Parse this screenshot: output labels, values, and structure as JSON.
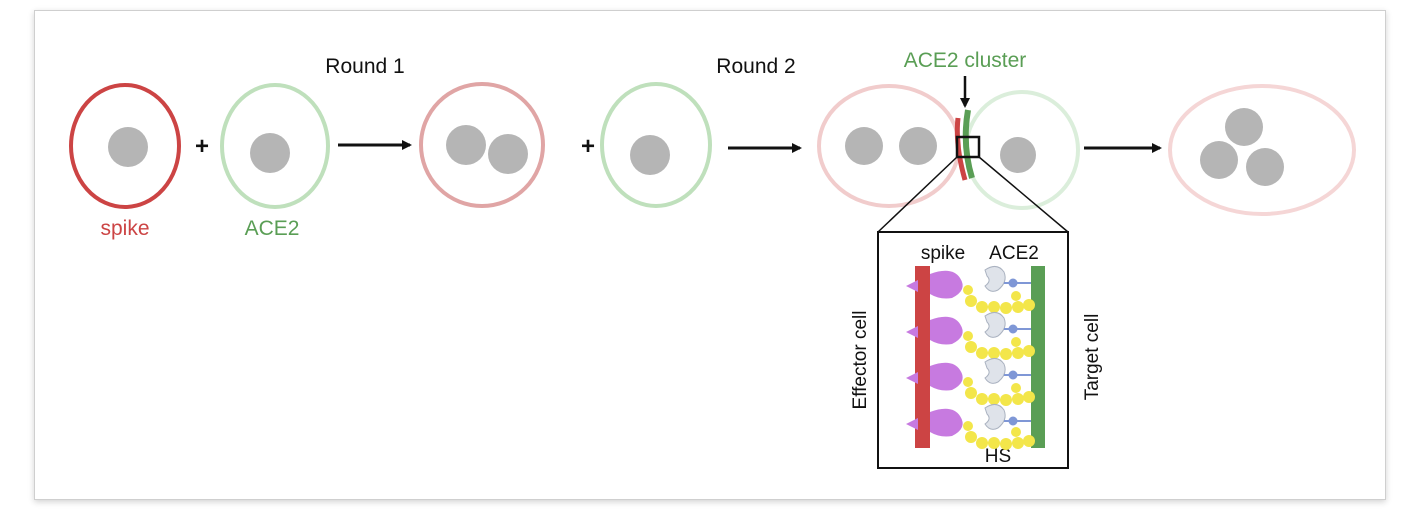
{
  "labels": {
    "round1": "Round 1",
    "round2": "Round 2",
    "ace2_cluster": "ACE2 cluster",
    "spike": "spike",
    "ace2": "ACE2",
    "plus": "+",
    "inset_spike": "spike",
    "inset_ace2": "ACE2",
    "effector_cell": "Effector cell",
    "target_cell": "Target cell",
    "hs": "HS"
  },
  "colors": {
    "spike_red": "#cc4444",
    "ace2_green": "#5a9e55",
    "nucleus_gray": "#b5b5b5",
    "spike_protein_purple": "#c77ae0",
    "heparan_sulfate_yellow": "#f3e64a",
    "ace2_receptor_lightgray": "#dfe3ea",
    "linker_blue": "#7f97d6"
  }
}
